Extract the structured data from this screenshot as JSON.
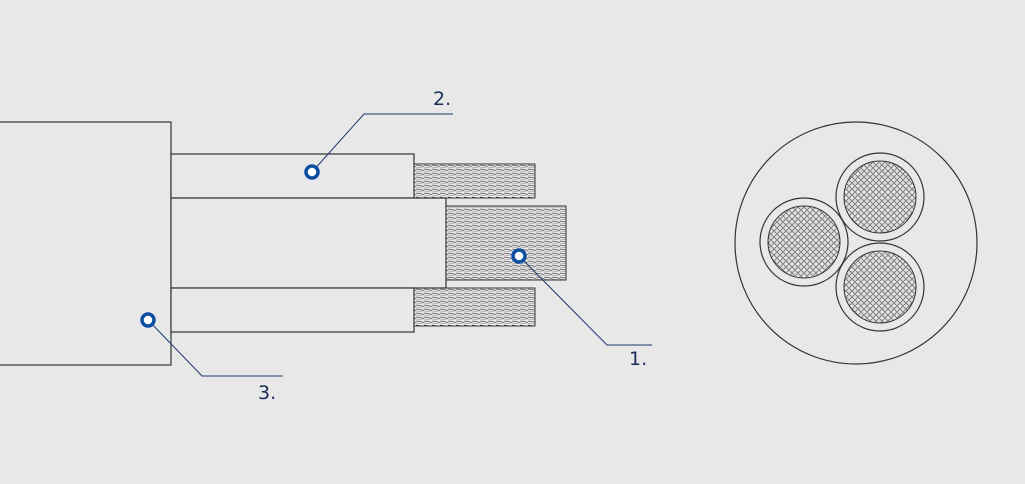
{
  "diagram": {
    "callouts": [
      {
        "id": "conductor",
        "label": "1."
      },
      {
        "id": "insulation",
        "label": "2."
      },
      {
        "id": "outer-sheath",
        "label": "3."
      }
    ]
  },
  "colors": {
    "background": "#e8e8e8",
    "outline": "#333333",
    "callout_line": "#1d3a6b",
    "callout_marker": "#0b4ea2"
  }
}
